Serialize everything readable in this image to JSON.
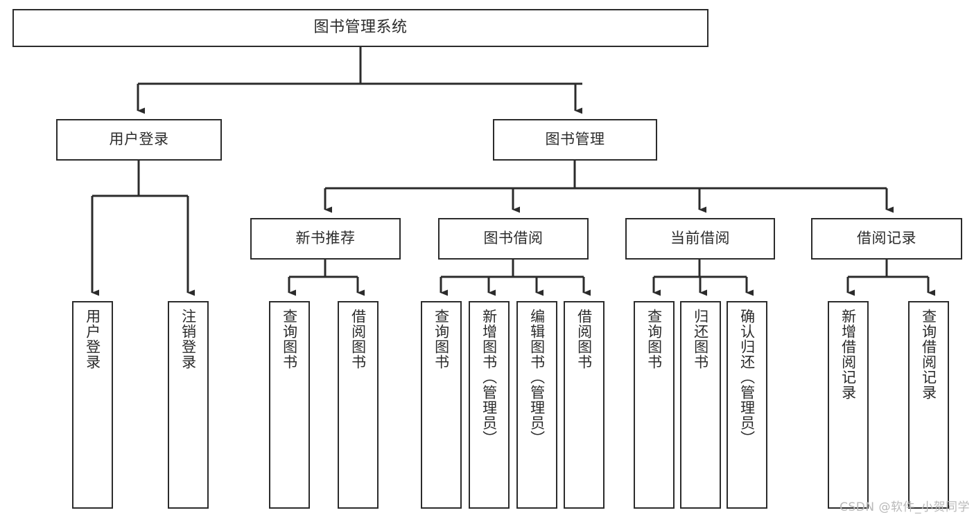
{
  "diagram": {
    "title": "图书管理系统",
    "type": "tree-hierarchy-chart",
    "colors": {
      "node_border": "#2b2b2b",
      "node_fill": "#ffffff",
      "edge": "#2b2b2b",
      "background": "#ffffff",
      "watermark": "#b9b9b9"
    },
    "root": {
      "id": "root",
      "label": "图书管理系统"
    },
    "level2": [
      {
        "id": "user-login",
        "label": "用户登录"
      },
      {
        "id": "book-management",
        "label": "图书管理"
      }
    ],
    "level3": [
      {
        "id": "new-book-recommend",
        "label": "新书推荐",
        "parent": "book-management"
      },
      {
        "id": "book-borrow",
        "label": "图书借阅",
        "parent": "book-management"
      },
      {
        "id": "current-borrow",
        "label": "当前借阅",
        "parent": "book-management"
      },
      {
        "id": "borrow-record",
        "label": "借阅记录",
        "parent": "book-management"
      }
    ],
    "leaves": [
      {
        "id": "leaf-user-login",
        "label": "用户登录",
        "parent": "user-login"
      },
      {
        "id": "leaf-logout",
        "label": "注销登录",
        "parent": "user-login"
      },
      {
        "id": "leaf-query-book-1",
        "label": "查询图书",
        "parent": "new-book-recommend"
      },
      {
        "id": "leaf-borrow-book-1",
        "label": "借阅图书",
        "parent": "new-book-recommend"
      },
      {
        "id": "leaf-query-book-2",
        "label": "查询图书",
        "parent": "book-borrow"
      },
      {
        "id": "leaf-add-book",
        "label": "新增图书（管理员）",
        "parent": "book-borrow"
      },
      {
        "id": "leaf-edit-book",
        "label": "编辑图书（管理员）",
        "parent": "book-borrow"
      },
      {
        "id": "leaf-borrow-book-2",
        "label": "借阅图书",
        "parent": "book-borrow"
      },
      {
        "id": "leaf-query-book-3",
        "label": "查询图书",
        "parent": "current-borrow"
      },
      {
        "id": "leaf-return-book",
        "label": "归还图书",
        "parent": "current-borrow"
      },
      {
        "id": "leaf-confirm-return",
        "label": "确认归还（管理员）",
        "parent": "current-borrow"
      },
      {
        "id": "leaf-add-record",
        "label": "新增借阅记录",
        "parent": "borrow-record"
      },
      {
        "id": "leaf-query-record",
        "label": "查询借阅记录",
        "parent": "borrow-record"
      }
    ],
    "watermark": "CSDN @软件_小贺同学"
  }
}
